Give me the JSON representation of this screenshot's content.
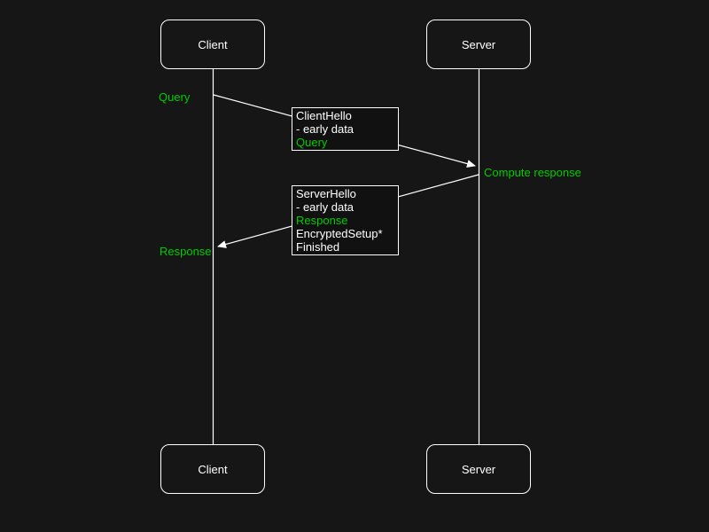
{
  "page": {
    "background_color": "#161616",
    "stroke_color": "#ffffff",
    "text_color": "#ffffff",
    "accent_color": "#00cc00"
  },
  "actors": {
    "client": {
      "label": "Client"
    },
    "server": {
      "label": "Server"
    }
  },
  "labels": {
    "query": "Query",
    "compute_response": "Compute response",
    "response": "Response"
  },
  "message_boxes": {
    "client_hello": {
      "lines": [
        {
          "text": "ClientHello",
          "color": "white"
        },
        {
          "text": "- early data",
          "color": "white"
        },
        {
          "text": "Query",
          "color": "green"
        }
      ]
    },
    "server_hello": {
      "lines": [
        {
          "text": "ServerHello",
          "color": "white"
        },
        {
          "text": "- early data",
          "color": "white"
        },
        {
          "text": "Response",
          "color": "green"
        },
        {
          "text": "EncryptedSetup*",
          "color": "white"
        },
        {
          "text": "Finished",
          "color": "white"
        }
      ]
    }
  }
}
